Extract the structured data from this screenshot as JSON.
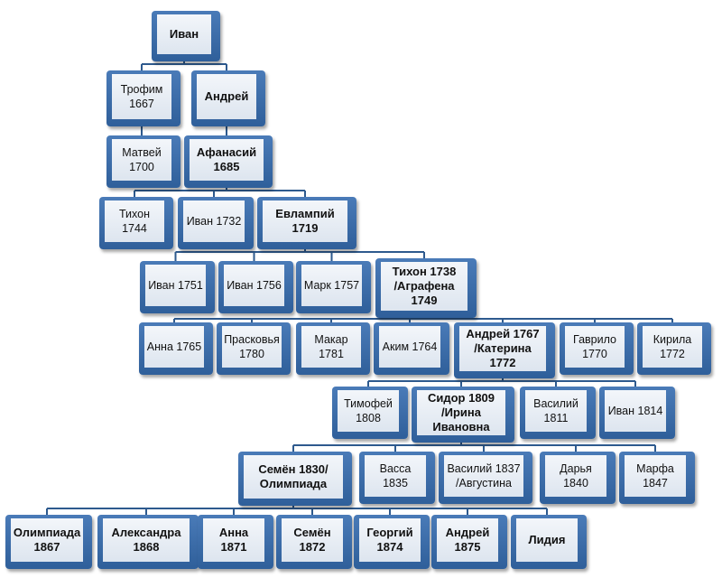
{
  "nodes": [
    {
      "id": "ivan-root",
      "text": "Иван",
      "bold": true
    },
    {
      "id": "trofim",
      "text": "Трофим\n1667",
      "bold": false
    },
    {
      "id": "andrey-1",
      "text": "Андрей",
      "bold": true
    },
    {
      "id": "matvey",
      "text": "Матвей\n1700",
      "bold": false
    },
    {
      "id": "afanasiy",
      "text": "Афанасий\n1685",
      "bold": true
    },
    {
      "id": "tikhon-1744",
      "text": "Тихон\n1744",
      "bold": false
    },
    {
      "id": "ivan-1732",
      "text": "Иван 1732",
      "bold": false
    },
    {
      "id": "evlampiy",
      "text": "Евлампий\n1719",
      "bold": true
    },
    {
      "id": "ivan-1751",
      "text": "Иван 1751",
      "bold": false
    },
    {
      "id": "ivan-1756",
      "text": "Иван 1756",
      "bold": false
    },
    {
      "id": "mark-1757",
      "text": "Марк 1757",
      "bold": false
    },
    {
      "id": "tikhon-1738",
      "text": "Тихон 1738\n/Аграфена\n1749",
      "bold": true
    },
    {
      "id": "anna-1765",
      "text": "Анна 1765",
      "bold": false
    },
    {
      "id": "praskovya",
      "text": "Прасковья\n1780",
      "bold": false
    },
    {
      "id": "makar",
      "text": "Макар\n1781",
      "bold": false
    },
    {
      "id": "akim",
      "text": "Аким 1764",
      "bold": false
    },
    {
      "id": "andrey-1767",
      "text": "Андрей 1767\n/Катерина\n1772",
      "bold": true
    },
    {
      "id": "gavrilo",
      "text": "Гаврило\n1770",
      "bold": false
    },
    {
      "id": "kirila",
      "text": "Кирила\n1772",
      "bold": false
    },
    {
      "id": "timofey",
      "text": "Тимофей\n1808",
      "bold": false
    },
    {
      "id": "sidor",
      "text": "Сидор 1809\n/Ирина\nИвановна",
      "bold": true
    },
    {
      "id": "vasiliy-1811",
      "text": "Василий\n1811",
      "bold": false
    },
    {
      "id": "ivan-1814",
      "text": "Иван 1814",
      "bold": false
    },
    {
      "id": "semen-1830",
      "text": "Семён 1830/\nОлимпиада",
      "bold": true
    },
    {
      "id": "vassa",
      "text": "Васса\n1835",
      "bold": false
    },
    {
      "id": "vasiliy-1837",
      "text": "Василий 1837\n/Августина",
      "bold": false
    },
    {
      "id": "darya",
      "text": "Дарья\n1840",
      "bold": false
    },
    {
      "id": "marfa",
      "text": "Марфа\n1847",
      "bold": false
    },
    {
      "id": "olimpiada",
      "text": "Олимпиада\n1867",
      "bold": true
    },
    {
      "id": "aleksandra",
      "text": "Александра\n1868",
      "bold": true
    },
    {
      "id": "anna-1871",
      "text": "Анна\n1871",
      "bold": true
    },
    {
      "id": "semen-1872",
      "text": "Семён\n1872",
      "bold": true
    },
    {
      "id": "georgiy",
      "text": "Георгий\n1874",
      "bold": true
    },
    {
      "id": "andrey-1875",
      "text": "Андрей\n1875",
      "bold": true
    },
    {
      "id": "lidiya",
      "text": "Лидия",
      "bold": true
    }
  ],
  "edges": [
    [
      "ivan-root",
      "trofim"
    ],
    [
      "ivan-root",
      "andrey-1"
    ],
    [
      "trofim",
      "matvey"
    ],
    [
      "andrey-1",
      "afanasiy"
    ],
    [
      "afanasiy",
      "tikhon-1744"
    ],
    [
      "afanasiy",
      "ivan-1732"
    ],
    [
      "afanasiy",
      "evlampiy"
    ],
    [
      "evlampiy",
      "ivan-1751"
    ],
    [
      "evlampiy",
      "ivan-1756"
    ],
    [
      "evlampiy",
      "mark-1757"
    ],
    [
      "evlampiy",
      "tikhon-1738"
    ],
    [
      "tikhon-1738",
      "anna-1765"
    ],
    [
      "tikhon-1738",
      "praskovya"
    ],
    [
      "tikhon-1738",
      "makar"
    ],
    [
      "tikhon-1738",
      "akim"
    ],
    [
      "tikhon-1738",
      "andrey-1767"
    ],
    [
      "tikhon-1738",
      "gavrilo"
    ],
    [
      "tikhon-1738",
      "kirila"
    ],
    [
      "andrey-1767",
      "timofey"
    ],
    [
      "andrey-1767",
      "sidor"
    ],
    [
      "andrey-1767",
      "vasiliy-1811"
    ],
    [
      "andrey-1767",
      "ivan-1814"
    ],
    [
      "sidor",
      "semen-1830"
    ],
    [
      "sidor",
      "vassa"
    ],
    [
      "sidor",
      "vasiliy-1837"
    ],
    [
      "sidor",
      "darya"
    ],
    [
      "sidor",
      "marfa"
    ],
    [
      "semen-1830",
      "olimpiada"
    ],
    [
      "semen-1830",
      "aleksandra"
    ],
    [
      "semen-1830",
      "anna-1871"
    ],
    [
      "semen-1830",
      "semen-1872"
    ],
    [
      "semen-1830",
      "georgiy"
    ],
    [
      "semen-1830",
      "andrey-1875"
    ],
    [
      "semen-1830",
      "lidiya"
    ]
  ]
}
